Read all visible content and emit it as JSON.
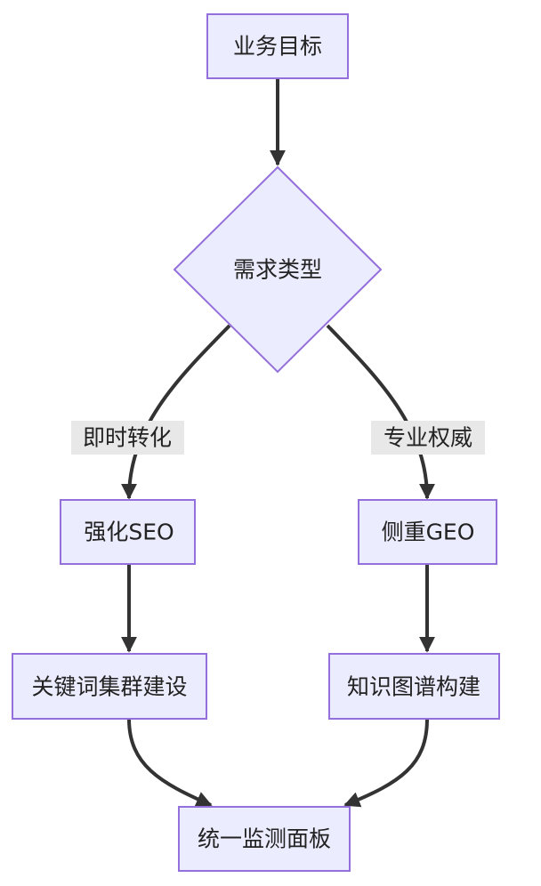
{
  "diagram": {
    "type": "flowchart",
    "direction": "top-down",
    "colors": {
      "node_fill": "#ECECFF",
      "node_stroke": "#9370DB",
      "edge": "#333333",
      "label_bg": "#E8E8E8"
    },
    "nodes": {
      "goal": {
        "label": "业务目标",
        "shape": "rect"
      },
      "demand": {
        "label": "需求类型",
        "shape": "diamond"
      },
      "seo": {
        "label": "强化SEO",
        "shape": "rect"
      },
      "geo": {
        "label": "侧重GEO",
        "shape": "rect"
      },
      "keywords": {
        "label": "关键词集群建设",
        "shape": "rect"
      },
      "kg": {
        "label": "知识图谱构建",
        "shape": "rect"
      },
      "monitor": {
        "label": "统一监测面板",
        "shape": "rect"
      }
    },
    "edges": [
      {
        "from": "goal",
        "to": "demand",
        "label": ""
      },
      {
        "from": "demand",
        "to": "seo",
        "label": "即时转化"
      },
      {
        "from": "demand",
        "to": "geo",
        "label": "专业权威"
      },
      {
        "from": "seo",
        "to": "keywords",
        "label": ""
      },
      {
        "from": "geo",
        "to": "kg",
        "label": ""
      },
      {
        "from": "keywords",
        "to": "monitor",
        "label": ""
      },
      {
        "from": "kg",
        "to": "monitor",
        "label": ""
      }
    ],
    "edge_labels": {
      "left": "即时转化",
      "right": "专业权威"
    }
  }
}
